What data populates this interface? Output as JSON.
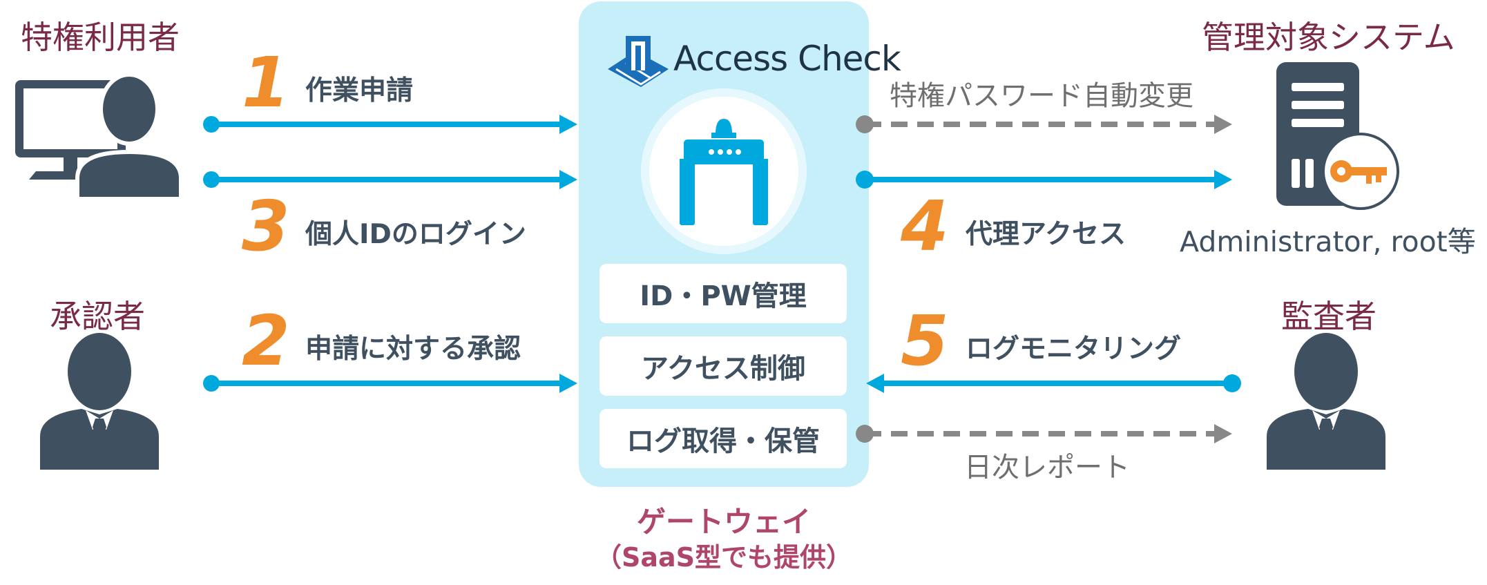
{
  "roles": {
    "privileged_user": "特権利用者",
    "approver": "承認者",
    "managed_system": "管理対象システム",
    "auditor": "監査者"
  },
  "steps": [
    {
      "num": "1",
      "label": "作業申請"
    },
    {
      "num": "2",
      "label": "申請に対する承認"
    },
    {
      "num": "3",
      "label": "個人IDのログイン"
    },
    {
      "num": "4",
      "label": "代理アクセス"
    },
    {
      "num": "5",
      "label": "ログモニタリング"
    }
  ],
  "gray_labels": {
    "password_change": "特権パスワード自動変更",
    "daily_report": "日次レポート"
  },
  "admin_label": "Administrator, root等",
  "gateway": {
    "logo_text": "Access Check",
    "features": [
      "ID・PW管理",
      "アクセス制御",
      "ログ取得・保管"
    ],
    "title": "ゲートウェイ",
    "subtitle": "（SaaS型でも提供）"
  },
  "colors": {
    "accent_blue": "#00a9dd",
    "panel_bg": "#c6eff9",
    "step_orange": "#ef8c2c",
    "role_maroon": "#7a2a45",
    "icon_slate": "#3f5060",
    "dashed_gray": "#888888",
    "gateway_pink": "#b0456a",
    "key_orange": "#ef8c2c"
  },
  "icons": [
    "user-at-computer-icon",
    "approver-person-icon",
    "server-with-key-icon",
    "auditor-person-icon",
    "gate-icon",
    "access-check-logo-icon"
  ]
}
